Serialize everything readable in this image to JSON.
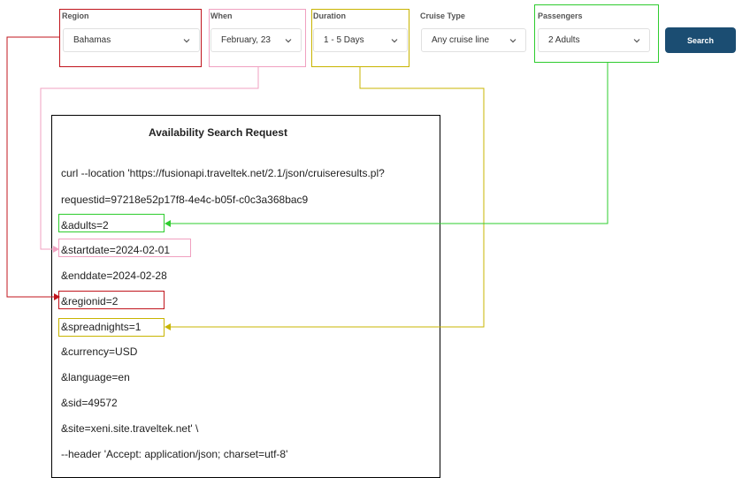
{
  "search_bar": {
    "region": {
      "label": "Region",
      "value": "Bahamas"
    },
    "when": {
      "label": "When",
      "value": "February, 23"
    },
    "duration": {
      "label": "Duration",
      "value": "1 - 5 Days"
    },
    "cruise_type": {
      "label": "Cruise Type",
      "value": "Any cruise line"
    },
    "passengers": {
      "label": "Passengers",
      "value": "2 Adults"
    },
    "search_label": "Search"
  },
  "request": {
    "title": "Availability Search Request",
    "lines": [
      "curl --location 'https://fusionapi.traveltek.net/2.1/json/cruiseresults.pl?",
      "requestid=97218e52p17f8-4e4c-b05f-c0c3a368bac9",
      "&adults=2",
      "&startdate=2024-02-01",
      "&enddate=2024-02-28",
      "&regionid=2",
      "&spreadnights=1",
      "&currency=USD",
      "&language=en",
      "&sid=49572",
      "&site=xeni.site.traveltek.net' \\",
      "--header 'Accept: application/json; charset=utf-8'"
    ]
  },
  "colors": {
    "region": "#c0141c",
    "when": "#f0a0c0",
    "duration": "#c8b400",
    "passengers": "#2ecc2e",
    "button": "#1b4d72"
  }
}
